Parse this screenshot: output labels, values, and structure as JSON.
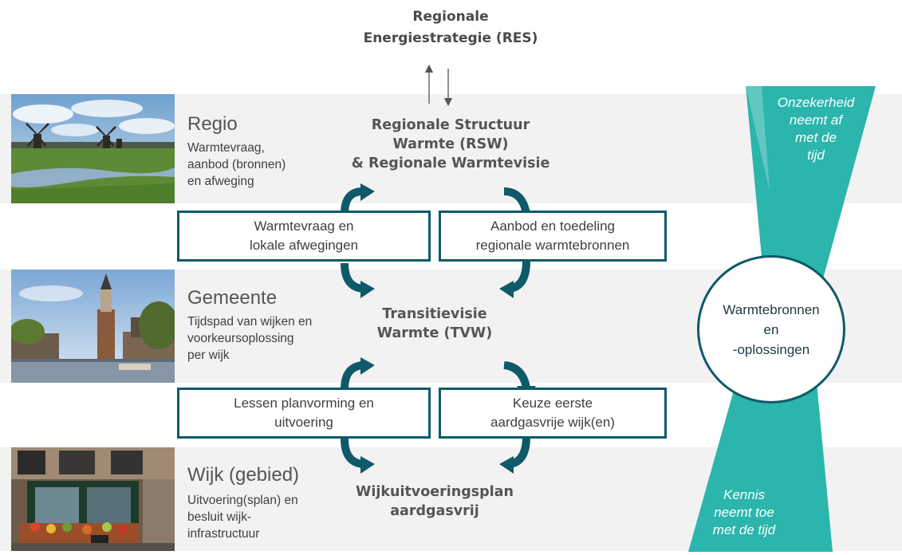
{
  "top": {
    "title_line1": "Regionale",
    "title_line2": "Energiestrategie (RES)"
  },
  "levels": {
    "regio": {
      "title": "Regio",
      "desc": [
        "Warmtevraag,",
        "aanbod (bronnen)",
        "en afweging"
      ],
      "plan": [
        "Regionale Structuur",
        "Warmte (RSW)",
        "& Regionale Warmtevisie"
      ]
    },
    "gemeente": {
      "title": "Gemeente",
      "desc": [
        "Tijdspad van wijken en",
        "voorkeursoplossing",
        "per wijk"
      ],
      "plan": [
        "Transitievisie",
        "Warmte (TVW)"
      ]
    },
    "wijk": {
      "title": "Wijk (gebied)",
      "desc": [
        "Uitvoering(splan) en",
        "besluit wijk-",
        "infrastructuur"
      ],
      "plan": [
        "Wijkuitvoeringsplan",
        "aardgasvrij"
      ]
    }
  },
  "flows": {
    "up_1": [
      "Warmtevraag en",
      "lokale afwegingen"
    ],
    "down_1": [
      "Aanbod en toedeling",
      "regionale warmtebronnen"
    ],
    "up_2": [
      "Lessen planvorming en",
      "uitvoering"
    ],
    "down_2": [
      "Keuze eerste",
      "aardgasvrije wijk(en)"
    ]
  },
  "side": {
    "top_text": [
      "Onzekerheid",
      "neemt af",
      "met de",
      "tijd"
    ],
    "bottom_text": [
      "Kennis",
      "neemt toe",
      "met de tijd"
    ],
    "circle": [
      "Warmtebronnen",
      "en",
      "-oplossingen"
    ]
  },
  "colors": {
    "accent": "#2bb5ad",
    "dark_teal": "#0f5a69",
    "band": "#f2f2f2"
  },
  "icons": {
    "photos": [
      "windmill-landscape-photo",
      "canal-tower-photo",
      "shopfront-photo"
    ]
  }
}
